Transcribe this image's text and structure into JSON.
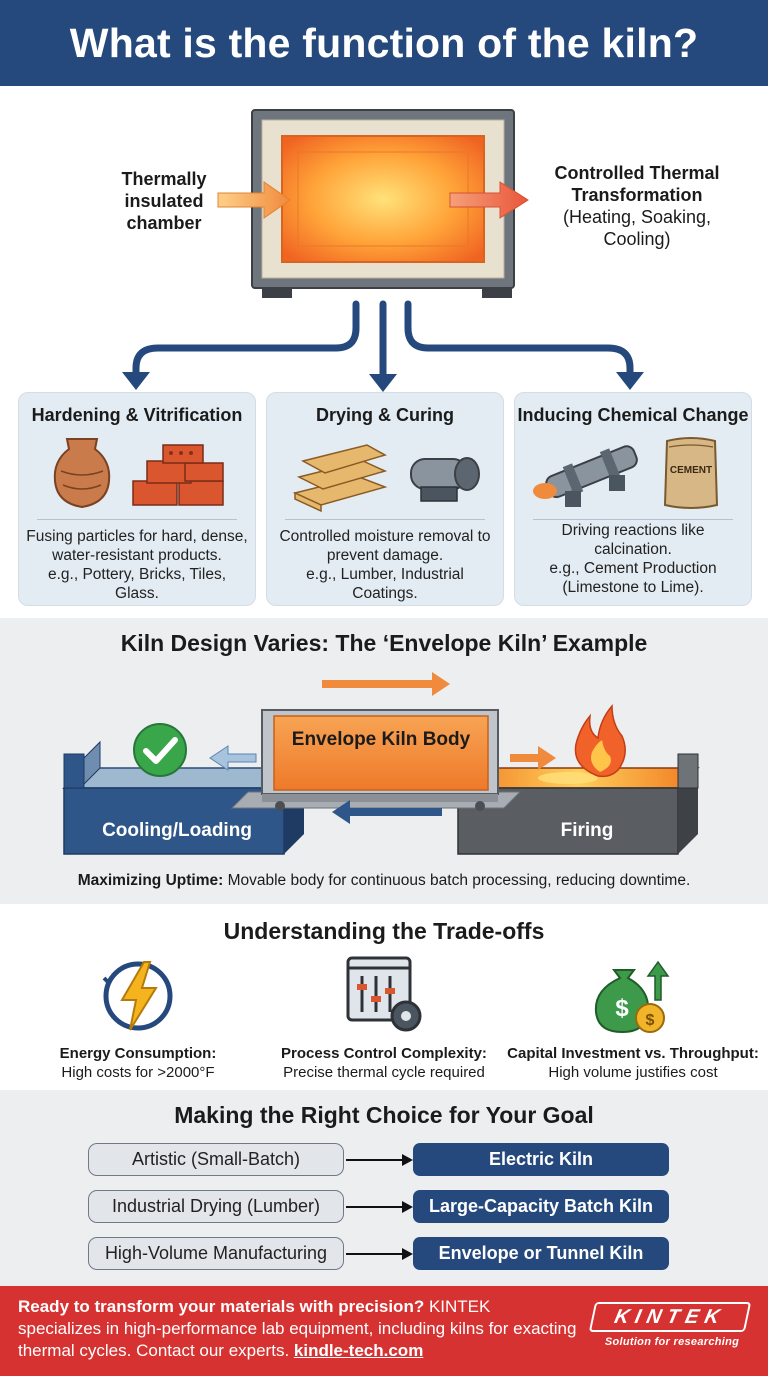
{
  "header": {
    "title": "What is the function of the kiln?"
  },
  "kiln": {
    "input_label": "Thermally insulated chamber",
    "output_label_bold": "Controlled Thermal Transformation",
    "output_label_sub": "(Heating, Soaking, Cooling)"
  },
  "functions": [
    {
      "title": "Hardening & Vitrification",
      "desc": "Fusing particles for hard, dense, water-resistant products.",
      "examples": "e.g., Pottery, Bricks, Tiles, Glass."
    },
    {
      "title": "Drying & Curing",
      "desc": "Controlled moisture removal to prevent damage.",
      "examples": "e.g., Lumber, Industrial Coatings."
    },
    {
      "title": "Inducing Chemical Change",
      "desc": "Driving reactions like calcination.",
      "examples": "e.g., Cement Production (Limestone to Lime).",
      "bag_label": "CEMENT"
    }
  ],
  "envelope": {
    "title": "Kiln Design Varies: The ‘Envelope Kiln’ Example",
    "body_label": "Envelope Kiln Body",
    "left_station": "Cooling/Loading",
    "right_station": "Firing",
    "caption_bold": "Maximizing Uptime:",
    "caption_text": " Movable body for continuous batch processing, reducing downtime."
  },
  "tradeoffs": {
    "title": "Understanding the Trade-offs",
    "items": [
      {
        "title": "Energy Consumption:",
        "desc": "High costs for >2000°F",
        "icon": "lightning-icon"
      },
      {
        "title": "Process Control Complexity:",
        "desc": "Precise thermal cycle required",
        "icon": "control-panel-gear-icon"
      },
      {
        "title": "Capital Investment vs. Throughput:",
        "desc": "High volume justifies cost",
        "icon": "money-bag-coin-icon"
      }
    ]
  },
  "choice": {
    "title": "Making the Right Choice for Your Goal",
    "rows": [
      {
        "goal": "Artistic (Small-Batch)",
        "kiln": "Electric Kiln"
      },
      {
        "goal": "Industrial Drying (Lumber)",
        "kiln": "Large-Capacity Batch Kiln"
      },
      {
        "goal": "High-Volume Manufacturing",
        "kiln": "Envelope or Tunnel Kiln"
      }
    ]
  },
  "footer": {
    "cta_bold": "Ready to transform your materials with precision?",
    "cta_text": " KINTEK specializes in high-performance lab equipment, including kilns for exacting thermal cycles. Contact our experts. ",
    "link": "kindle-tech.com",
    "logo_text": "KINTEK",
    "logo_tagline": "Solution for researching"
  },
  "colors": {
    "navy": "#25497c",
    "red": "#d73232",
    "orange": "#f08a3c",
    "panel": "#e3ecf3"
  }
}
